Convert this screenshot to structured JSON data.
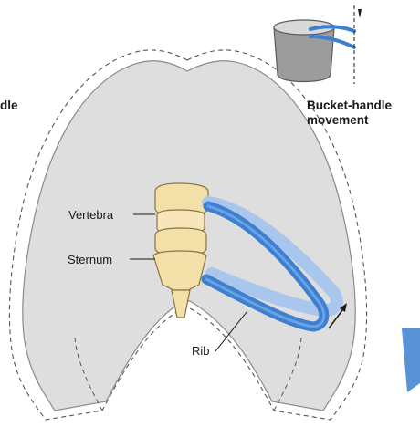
{
  "labels": {
    "vertebra": "Vertebra",
    "sternum": "Sternum",
    "rib": "Rib",
    "bucket_handle_line1": "Bucket-handle",
    "bucket_handle_line2": "movement",
    "cut_off_left_line1": "dle"
  },
  "colors": {
    "thorax_fill": "#dedede",
    "thorax_outline": "#8a8a8a",
    "expanded_outline": "#555555",
    "bone_fill": "#f3dfa8",
    "bone_outline": "#8c7440",
    "rib_blue": "#3d7fd0",
    "rib_blue_light": "#a9c7ec",
    "bucket_gray": "#9c9c9c"
  }
}
